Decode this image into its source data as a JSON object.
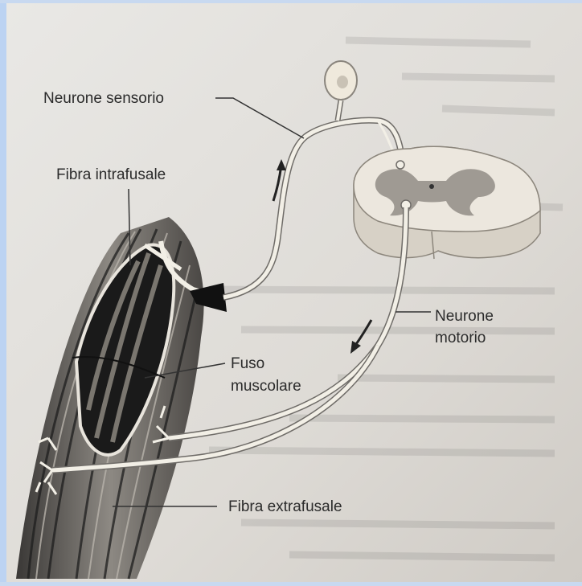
{
  "labels": {
    "sensory_neuron": "Neurone sensorio",
    "intrafusal_fiber": "Fibra intrafusale",
    "motor_neuron_line1": "Neurone",
    "motor_neuron_line2": "motorio",
    "spindle_line1": "Fuso",
    "spindle_line2": "muscolare",
    "extrafusal_fiber": "Fibra extrafusale"
  },
  "colors": {
    "page": "#e4e2de",
    "neuron": "#f2efe6",
    "neuron_outline": "#6f6c68",
    "muscle_dark": "#2c2c2c",
    "muscle_mid": "#8a8680",
    "spinal_cord": "#dcd7cf",
    "grey_matter": "#9f9a93"
  }
}
